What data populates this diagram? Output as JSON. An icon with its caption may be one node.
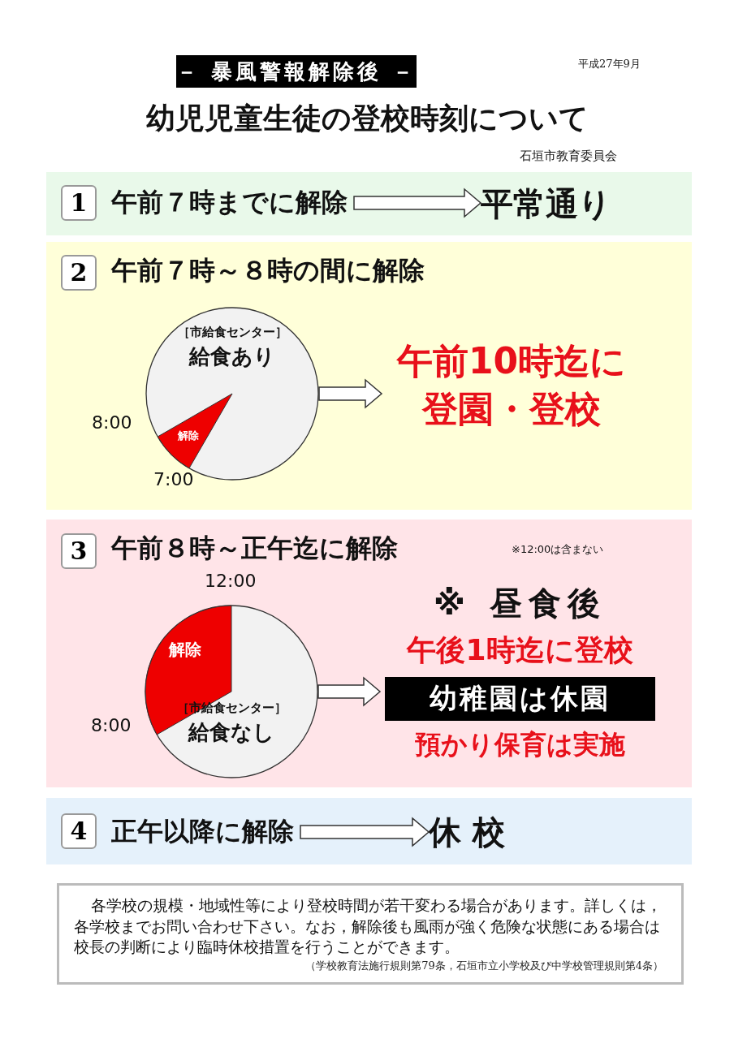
{
  "diagram": {
    "title": "幼児児童生徒の登校時刻について",
    "nodes": [
      {
        "text": [
          "－ 暴風警報解除後 －"
        ]
      },
      {
        "text": [],
        "shape": "box"
      },
      {
        "text": [
          "1"
        ],
        "in": 1
      },
      {
        "text": [
          "午前７時までに解除"
        ],
        "in": 1
      },
      {
        "text": [
          "平常通り"
        ],
        "in": 1
      },
      {
        "text": [],
        "shape": "box"
      },
      {
        "text": [
          "2"
        ],
        "in": 5
      },
      {
        "text": [
          "午前７時～８時の間に解除"
        ],
        "in": 5
      },
      {
        "text": [
          "［市給食センター］",
          "給食あり",
          "解除"
        ],
        "beside": [
          "8:00",
          "7:00"
        ],
        "in": 5
      },
      {
        "text": [
          "午前10時迄に登園・登校"
        ],
        "in": 5
      },
      {
        "text": [],
        "shape": "box"
      },
      {
        "text": [
          "3"
        ],
        "in": 10
      },
      {
        "text": [
          "午前８時～正午迄に解除"
        ],
        "in": 10
      },
      {
        "text": [
          "解除",
          "［市給食センター］",
          "給食なし"
        ],
        "beside": [
          "12:00",
          "8:00"
        ],
        "in": 10
      },
      {
        "text": [
          "※ 昼食後",
          "午後1時迄に登校",
          "幼稚園は休園",
          "預かり保育は実施"
        ],
        "in": 10
      },
      {
        "text": [],
        "shape": "box"
      },
      {
        "text": [
          "4"
        ],
        "in": 15
      },
      {
        "text": [
          "正午以降に解除"
        ],
        "in": 15
      },
      {
        "text": [
          "休 校"
        ],
        "in": 15
      },
      {
        "text": [
          "各学校の規模・地域性等により登校時間が若干変わる場合があります。詳しくは，各学校までお問い合わせ下さい。なお，解除後も風雨が強く危険な状態にある場合は校長の判断により臨時休校措置を行うことができます。",
          "（学校教育法施行規則第79条，石垣市立小学校及び中学校管理規則第4条）"
        ]
      }
    ],
    "edges": [
      {
        "from": 3,
        "to": 4,
        "arrow": "to"
      },
      {
        "from": 8,
        "to": 9,
        "arrow": "to"
      },
      {
        "from": 13,
        "to": 14,
        "arrow": "to"
      },
      {
        "from": 17,
        "to": 18,
        "arrow": "to"
      }
    ],
    "labels": [
      "平成27年9月",
      "石垣市教育委員会",
      "※12:00は含まない"
    ]
  }
}
